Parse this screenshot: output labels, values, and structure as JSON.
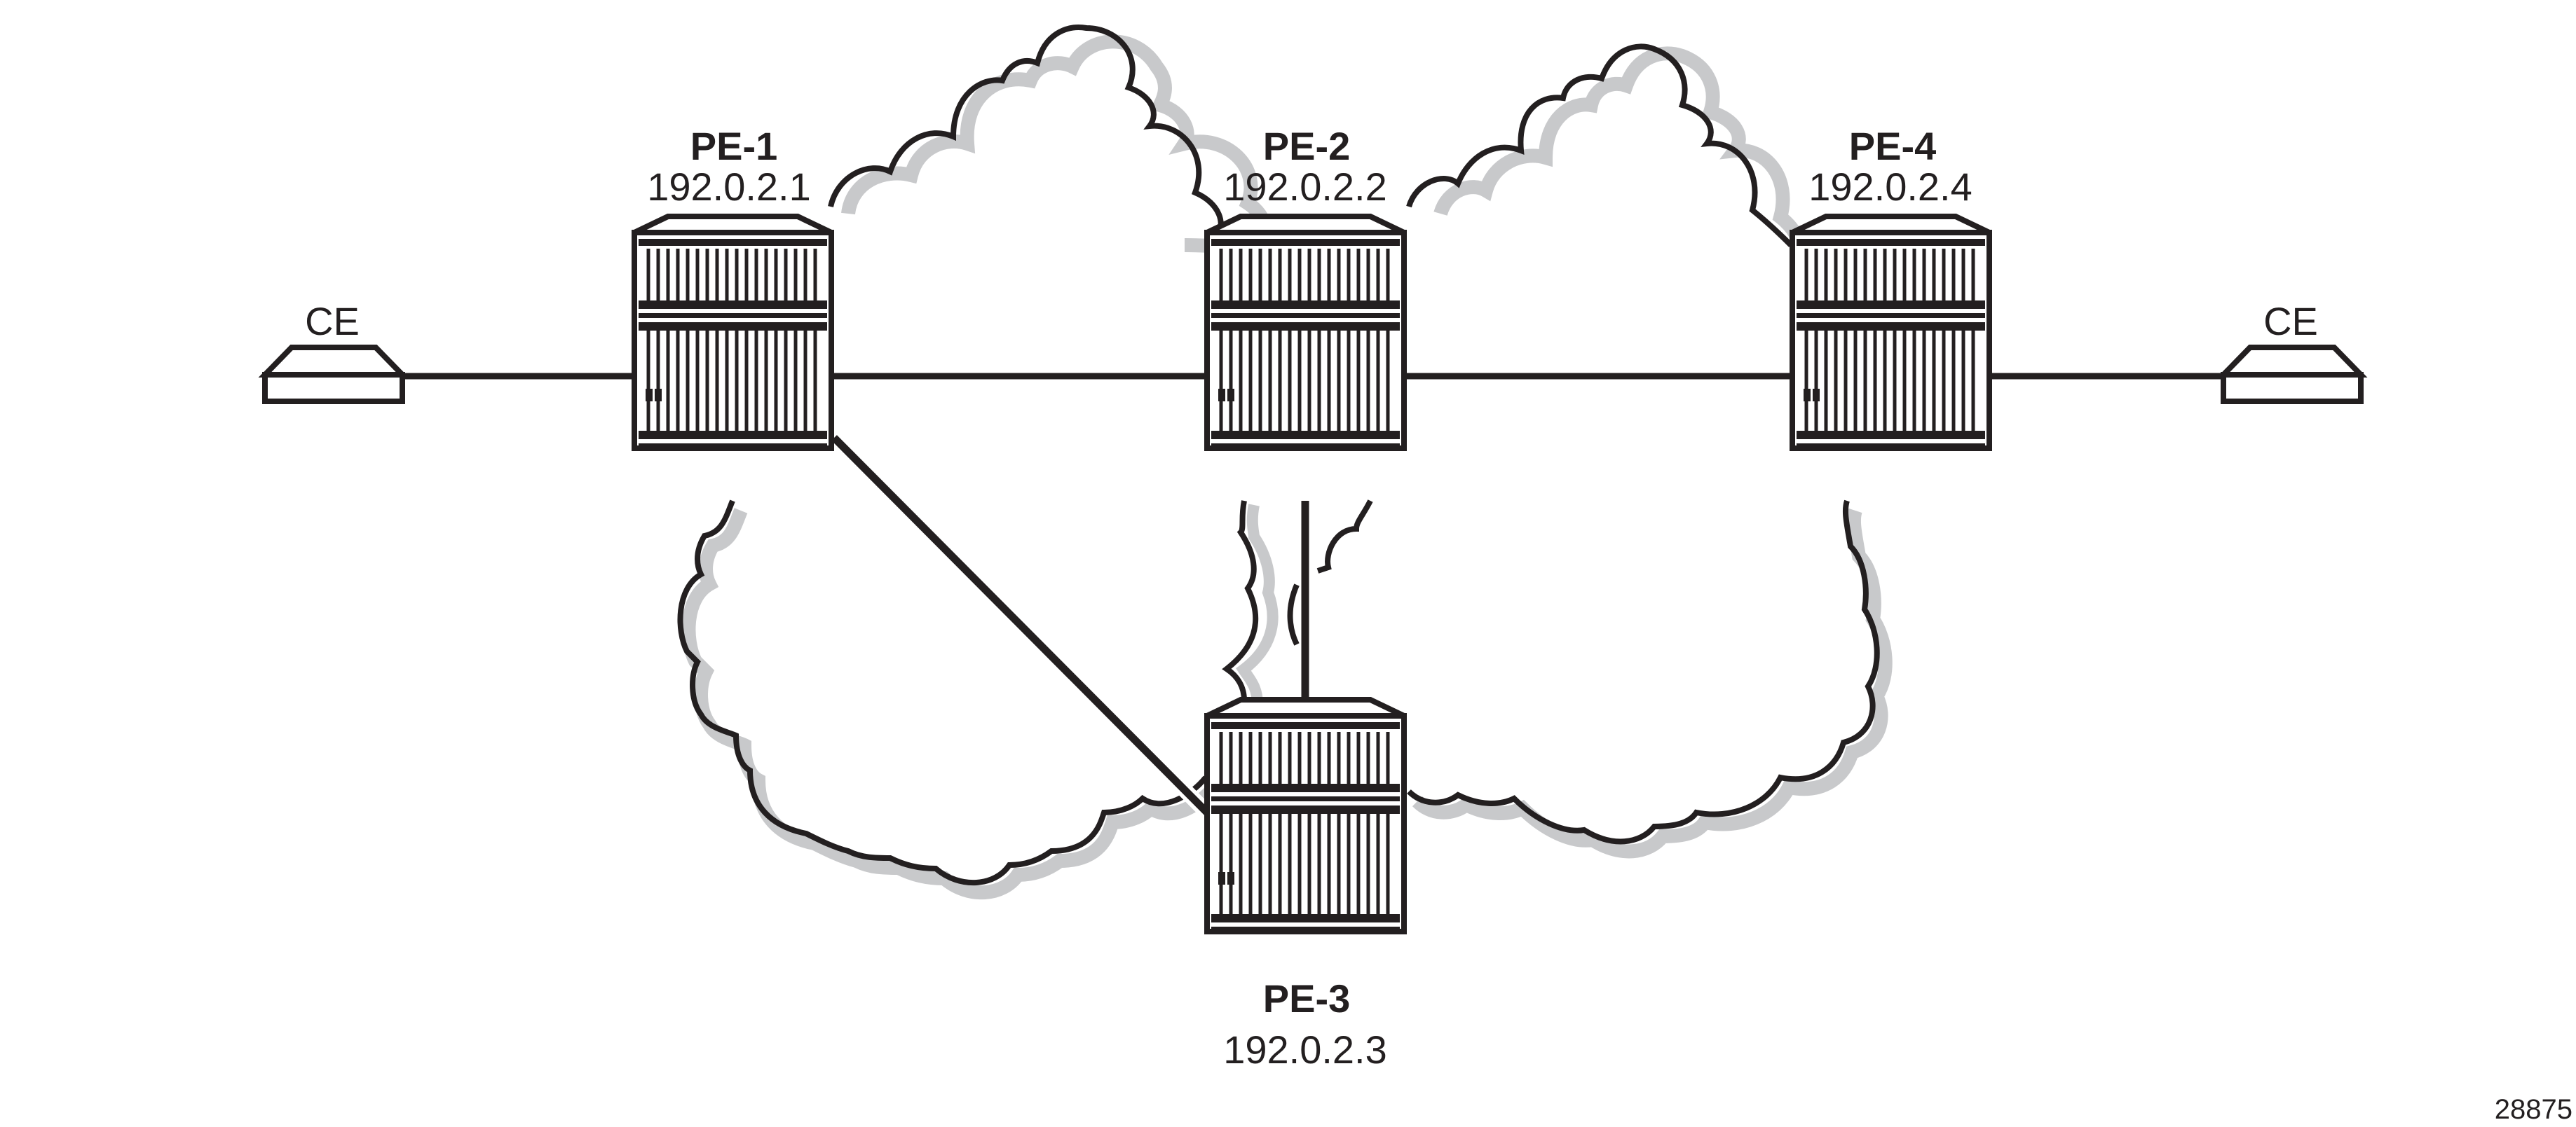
{
  "diagram": {
    "figure_id": "28875",
    "colors": {
      "stroke": "#231f20",
      "cloud_shadow": "#c8c9cb",
      "cloud_shadow_light": "#dedfe0",
      "fill": "#ffffff"
    },
    "nodes": [
      {
        "id": "PE-1",
        "name": "PE-1",
        "ip": "192.0.2.1",
        "type": "router"
      },
      {
        "id": "PE-2",
        "name": "PE-2",
        "ip": "192.0.2.2",
        "type": "router"
      },
      {
        "id": "PE-3",
        "name": "PE-3",
        "ip": "192.0.2.3",
        "type": "router"
      },
      {
        "id": "PE-4",
        "name": "PE-4",
        "ip": "192.0.2.4",
        "type": "router"
      },
      {
        "id": "CE-left",
        "name": "CE",
        "type": "ce-device"
      },
      {
        "id": "CE-right",
        "name": "CE",
        "type": "ce-device"
      }
    ],
    "links": [
      {
        "from": "CE-left",
        "to": "PE-1"
      },
      {
        "from": "PE-1",
        "to": "PE-2"
      },
      {
        "from": "PE-2",
        "to": "PE-4"
      },
      {
        "from": "PE-4",
        "to": "CE-right"
      },
      {
        "from": "PE-1",
        "to": "PE-3"
      },
      {
        "from": "PE-2",
        "to": "PE-3"
      }
    ],
    "clouds": [
      {
        "id": "cloud-top-left",
        "between": [
          "PE-1",
          "PE-2"
        ]
      },
      {
        "id": "cloud-top-right",
        "between": [
          "PE-2",
          "PE-4"
        ]
      },
      {
        "id": "cloud-bottom-left",
        "between": [
          "PE-1",
          "PE-3"
        ]
      },
      {
        "id": "cloud-bottom-right",
        "between": [
          "PE-3",
          "PE-4"
        ]
      }
    ]
  }
}
